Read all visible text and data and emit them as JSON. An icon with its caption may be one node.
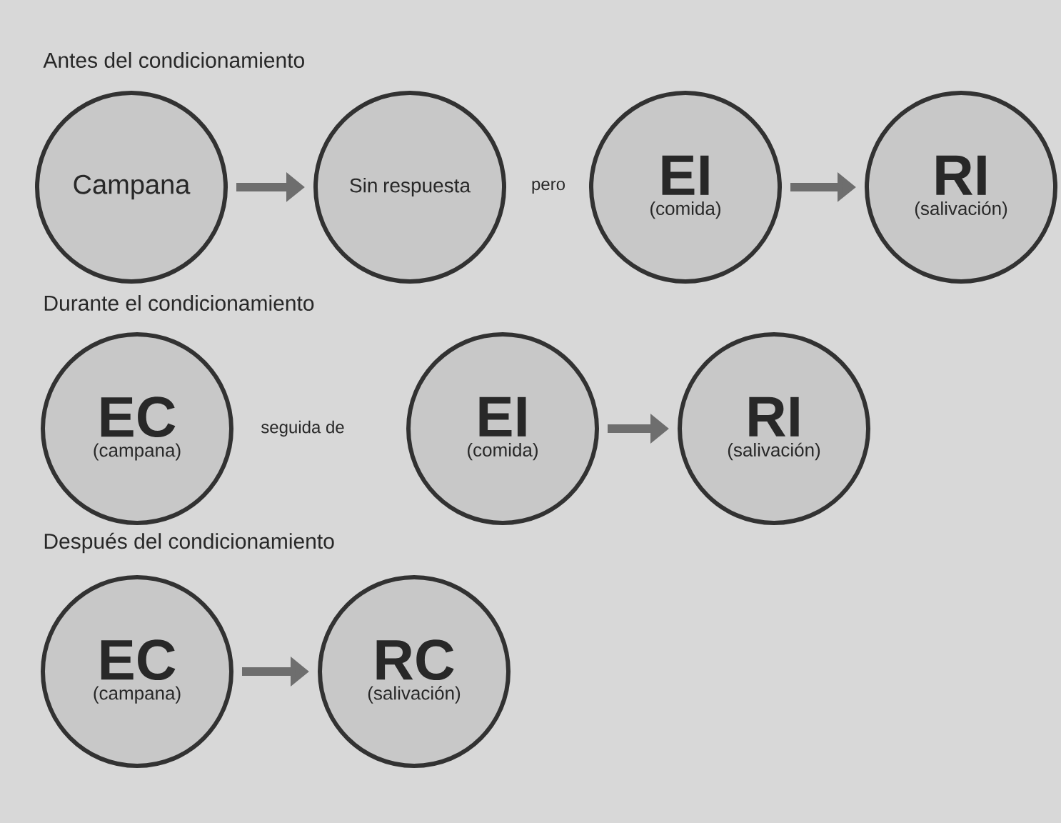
{
  "diagram": {
    "nodes": [
      {
        "text": [
          "Campana"
        ]
      },
      {
        "text": [
          "Sin respuesta"
        ]
      },
      {
        "text": [
          "EI",
          "(comida)"
        ]
      },
      {
        "text": [
          "RI",
          "(salivación)"
        ]
      },
      {
        "text": [
          "EC",
          "(campana)"
        ]
      },
      {
        "text": [
          "EI",
          "(comida)"
        ]
      },
      {
        "text": [
          "RI",
          "(salivación)"
        ]
      },
      {
        "text": [
          "EC",
          "(campana)"
        ]
      },
      {
        "text": [
          "RC",
          "(salivación)"
        ]
      }
    ],
    "edges": [
      {
        "from": 0,
        "to": 1,
        "arrow": "to"
      },
      {
        "from": 2,
        "to": 3,
        "arrow": "to"
      },
      {
        "from": 5,
        "to": 6,
        "arrow": "to"
      },
      {
        "from": 7,
        "to": 8,
        "arrow": "to"
      }
    ],
    "labels": [
      "Antes del condicionamiento",
      "pero",
      "Durante el condicionamiento",
      "seguida de",
      "Después del condicionamiento"
    ]
  }
}
